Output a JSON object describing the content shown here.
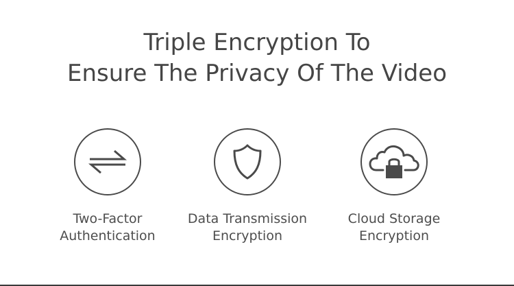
{
  "headline": {
    "line1": "Triple Encryption To",
    "line2": "Ensure The Privacy Of The Video"
  },
  "features": [
    {
      "icon": "swap-arrows-icon",
      "line1": "Two-Factor",
      "line2": "Authentication"
    },
    {
      "icon": "shield-icon",
      "line1": "Data Transmission",
      "line2": "Encryption"
    },
    {
      "icon": "cloud-lock-icon",
      "line1": "Cloud Storage",
      "line2": "Encryption"
    }
  ],
  "colors": {
    "text": "#4a4a4a",
    "background": "#ffffff"
  }
}
